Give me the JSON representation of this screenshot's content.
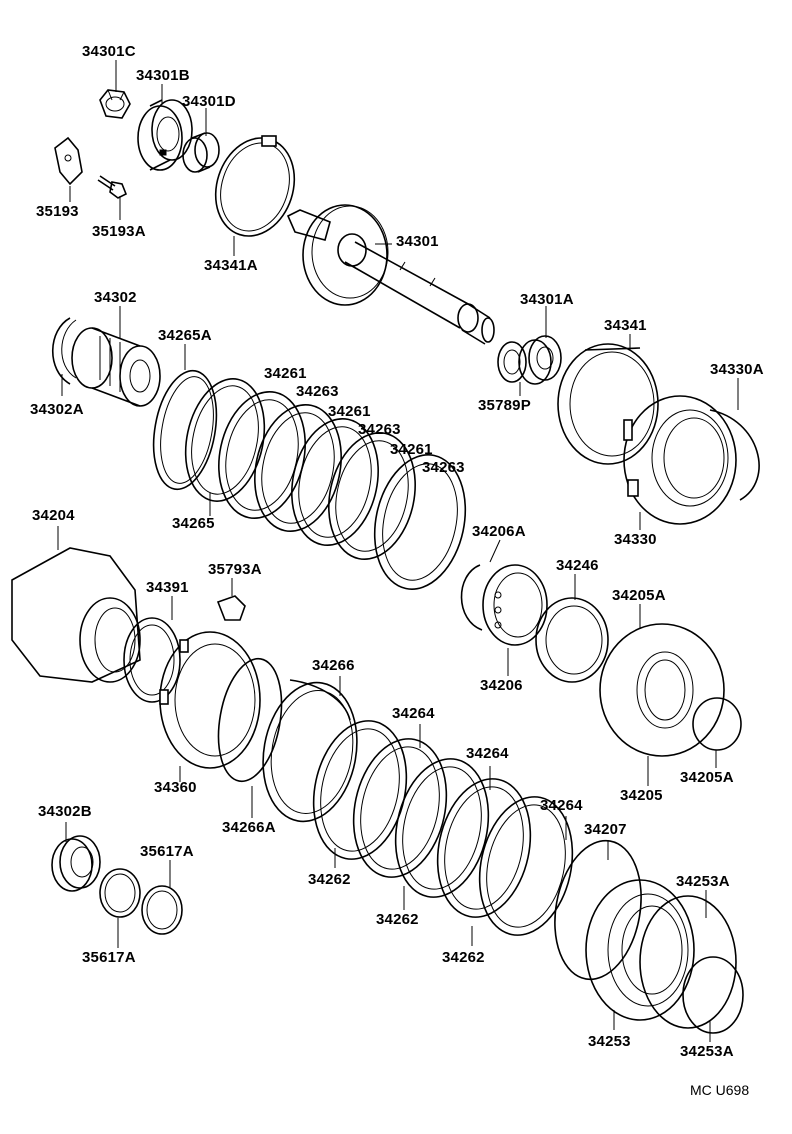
{
  "diagram": {
    "labels": {
      "p34301C": "34301C",
      "p34301B": "34301B",
      "p34301D": "34301D",
      "p35193": "35193",
      "p35193A": "35193A",
      "p34341A": "34341A",
      "p34301": "34301",
      "p34302": "34302",
      "p34302A": "34302A",
      "p34265A": "34265A",
      "p34261a": "34261",
      "p34263a": "34263",
      "p34261b": "34261",
      "p34263b": "34263",
      "p34261c": "34261",
      "p34263c": "34263",
      "p34265": "34265",
      "p34301A": "34301A",
      "p35789P": "35789P",
      "p34341": "34341",
      "p34330A": "34330A",
      "p34330": "34330",
      "p34204": "34204",
      "p35793A": "35793A",
      "p34391": "34391",
      "p34206A": "34206A",
      "p34246": "34246",
      "p34206": "34206",
      "p34205A": "34205A",
      "p34205": "34205",
      "p34205Ab": "34205A",
      "p34266": "34266",
      "p34264a": "34264",
      "p34264b": "34264",
      "p34264c": "34264",
      "p34360": "34360",
      "p34266A": "34266A",
      "p34302B": "34302B",
      "p35617Aa": "35617A",
      "p35617Ab": "35617A",
      "p34262a": "34262",
      "p34262b": "34262",
      "p34262c": "34262",
      "p34207": "34207",
      "p34253A": "34253A",
      "p34253": "34253",
      "p34253Ab": "34253A"
    },
    "figure_code": "MC U698"
  }
}
